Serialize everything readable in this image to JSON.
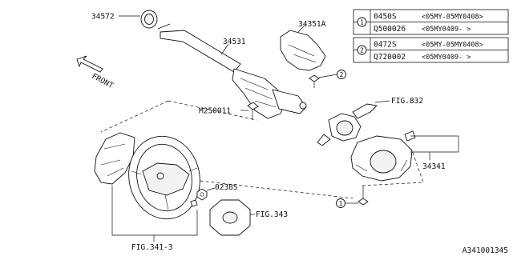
{
  "callouts": {
    "p34572": "34572",
    "p34531": "34531",
    "p34351a": "34351A",
    "m250011": "M250011",
    "fig832": "FIG.832",
    "p34341": "34341",
    "p0238s": "0238S",
    "fig343": "FIG.343",
    "fig341": "FIG.341-3",
    "front": "FRONT"
  },
  "legend": {
    "group1": {
      "marker": "1",
      "rows": [
        {
          "part": "0450S",
          "range": "<05MY-05MY0408>"
        },
        {
          "part": "Q500026",
          "range": "<05MY0409-      >"
        }
      ]
    },
    "group2": {
      "marker": "2",
      "rows": [
        {
          "part": "0472S",
          "range": "<05MY-05MY0408>"
        },
        {
          "part": "Q720002",
          "range": "<05MY0409-      >"
        }
      ]
    }
  },
  "markers": {
    "bolt_marker_2": "2",
    "bolt_marker_1": "1"
  },
  "diagram_id": "A341001345"
}
